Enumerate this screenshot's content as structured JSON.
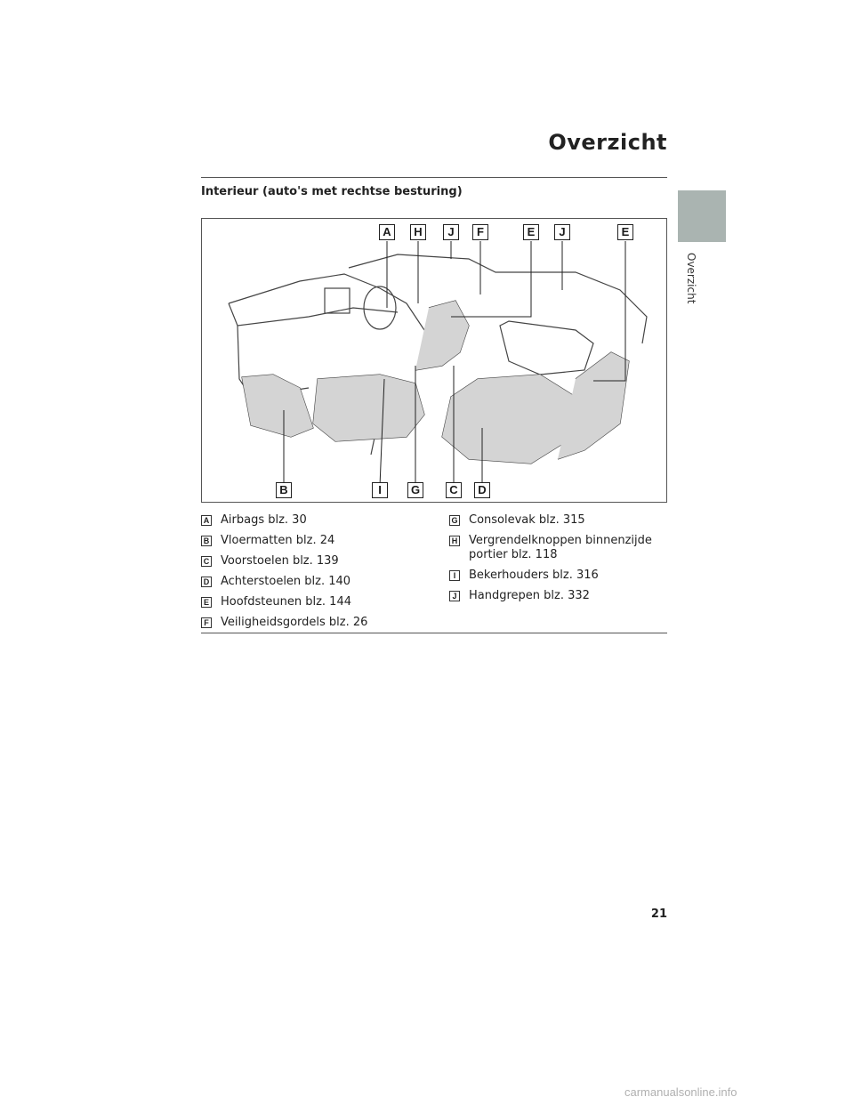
{
  "page": {
    "title": "Overzicht",
    "section_title": "Interieur (auto's met rechtse besturing)",
    "side_label": "Overzicht",
    "page_number": "21",
    "watermark": "carmanualsonline.info"
  },
  "figure": {
    "callouts_top": [
      "A",
      "H",
      "J",
      "F",
      "E",
      "J",
      "E"
    ],
    "callouts_bottom": [
      "B",
      "I",
      "G",
      "C",
      "D"
    ]
  },
  "legend": {
    "left": [
      {
        "key": "A",
        "text": "Airbags blz. 30"
      },
      {
        "key": "B",
        "text": "Vloermatten blz. 24"
      },
      {
        "key": "C",
        "text": "Voorstoelen blz. 139"
      },
      {
        "key": "D",
        "text": "Achterstoelen blz. 140"
      },
      {
        "key": "E",
        "text": "Hoofdsteunen blz. 144"
      },
      {
        "key": "F",
        "text": "Veiligheidsgordels blz. 26"
      }
    ],
    "right": [
      {
        "key": "G",
        "text": "Consolevak blz. 315"
      },
      {
        "key": "H",
        "text": "Vergrendelknoppen binnenzijde portier blz. 118"
      },
      {
        "key": "I",
        "text": "Bekerhouders blz. 316"
      },
      {
        "key": "J",
        "text": "Handgrepen blz. 332"
      }
    ]
  }
}
